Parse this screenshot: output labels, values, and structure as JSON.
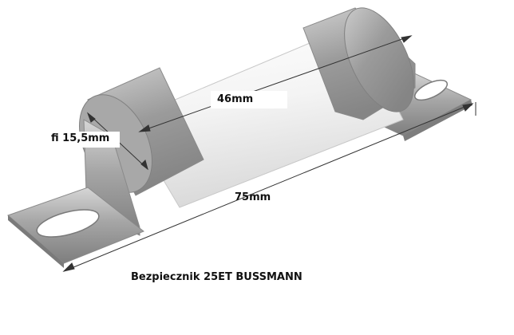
{
  "dimensions": {
    "body_length": "46mm",
    "diameter": "fi 15,5mm",
    "total_length": "75mm"
  },
  "caption": "Bezpiecznik 25ET BUSSMANN",
  "colors": {
    "background": "#ffffff",
    "metal": "#9a9a9a",
    "ceramic": "#f2f2f2",
    "dimension_line": "#333333"
  }
}
